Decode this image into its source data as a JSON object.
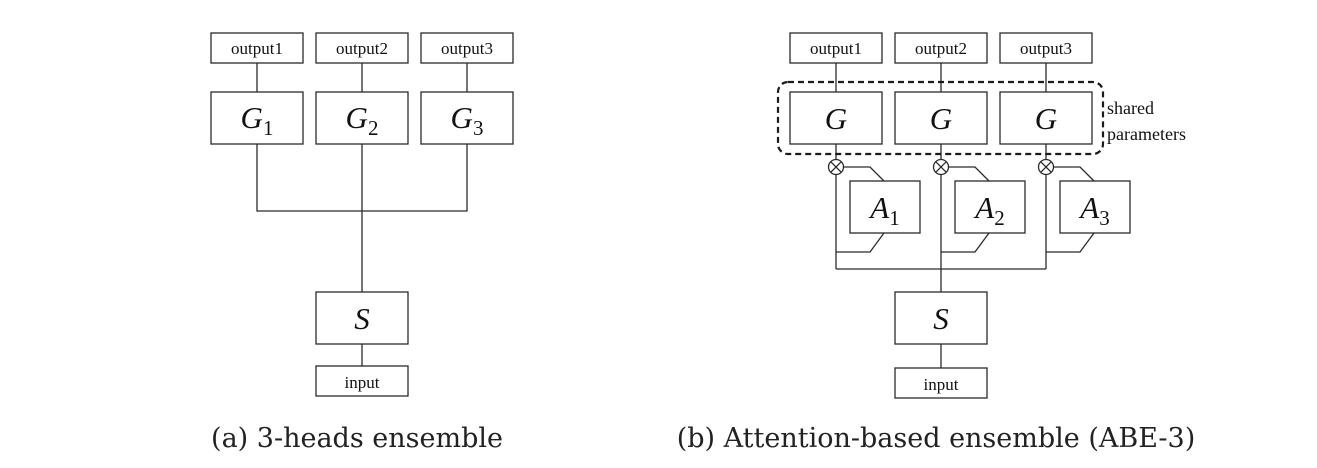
{
  "diagram_a": {
    "outputs": [
      "output1",
      "output2",
      "output3"
    ],
    "heads": [
      {
        "letter": "G",
        "index": "1"
      },
      {
        "letter": "G",
        "index": "2"
      },
      {
        "letter": "G",
        "index": "3"
      }
    ],
    "shared": "S",
    "input": "input",
    "caption": "(a) 3-heads ensemble"
  },
  "diagram_b": {
    "outputs": [
      "output1",
      "output2",
      "output3"
    ],
    "heads": [
      "G",
      "G",
      "G"
    ],
    "attention": [
      {
        "letter": "A",
        "index": "1"
      },
      {
        "letter": "A",
        "index": "2"
      },
      {
        "letter": "A",
        "index": "3"
      }
    ],
    "shared_note_line1": "shared",
    "shared_note_line2": "parameters",
    "shared": "S",
    "input": "input",
    "caption": "(b) Attention-based ensemble (ABE-3)"
  }
}
